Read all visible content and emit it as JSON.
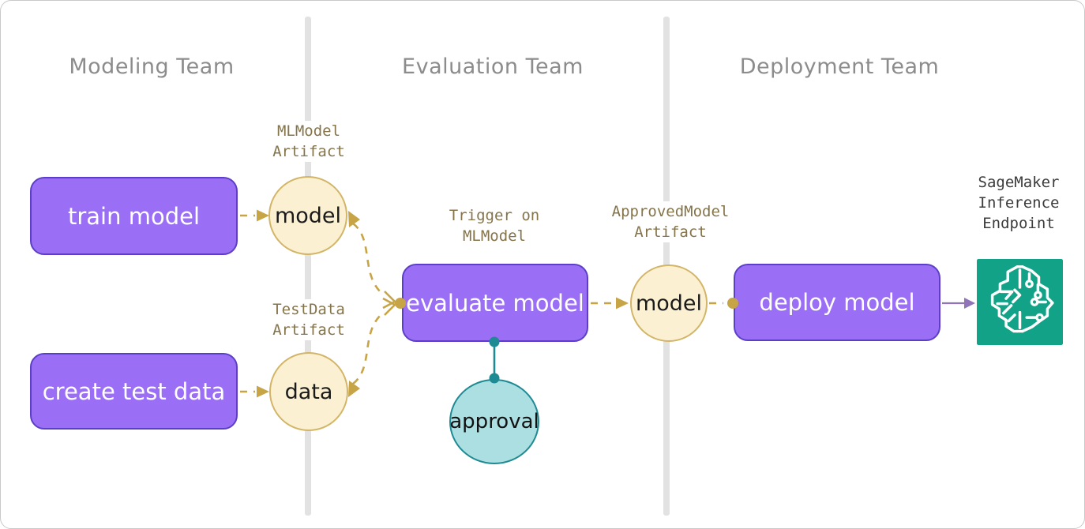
{
  "lanes": [
    {
      "title": "Modeling Team"
    },
    {
      "title": "Evaluation Team"
    },
    {
      "title": "Deployment Team"
    }
  ],
  "nodes": {
    "train_model": {
      "label": "train model",
      "type": "task"
    },
    "create_test_data": {
      "label": "create test data",
      "type": "task"
    },
    "evaluate_model": {
      "label": "evaluate model",
      "type": "task"
    },
    "deploy_model": {
      "label": "deploy model",
      "type": "task"
    },
    "model_artifact_1": {
      "label": "model",
      "type": "artifact"
    },
    "data_artifact": {
      "label": "data",
      "type": "artifact"
    },
    "model_artifact_2": {
      "label": "model",
      "type": "artifact"
    },
    "approval": {
      "label": "approval",
      "type": "approval"
    }
  },
  "annotations": {
    "mlmodel_artifact": {
      "line1": "MLModel",
      "line2": "Artifact"
    },
    "testdata_artifact": {
      "line1": "TestData",
      "line2": "Artifact"
    },
    "trigger_on_mlmodel": {
      "line1": "Trigger on",
      "line2": "MLModel"
    },
    "approvedmodel_artifact": {
      "line1": "ApprovedModel",
      "line2": "Artifact"
    },
    "sagemaker_endpoint": {
      "line1": "SageMaker",
      "line2": "Inference",
      "line3": "Endpoint"
    }
  },
  "icons": {
    "sagemaker": "sagemaker-brain-icon"
  },
  "colors": {
    "task_fill": "#9b6ff5",
    "task_border": "#5b3fc8",
    "artifact_fill": "#fbf1d2",
    "artifact_border": "#d3b568",
    "edge_gold": "#c7a446",
    "approval_fill": "#abdfe2",
    "approval_border": "#1e8a93",
    "sagemaker_teal": "#12a287",
    "deploy_arrow": "#9173b8",
    "divider": "#e2e2e2",
    "lane_title_gray": "#8c8c8c",
    "artifact_label_tan": "#85744a",
    "endpoint_label_dark": "#3c3c3c"
  }
}
